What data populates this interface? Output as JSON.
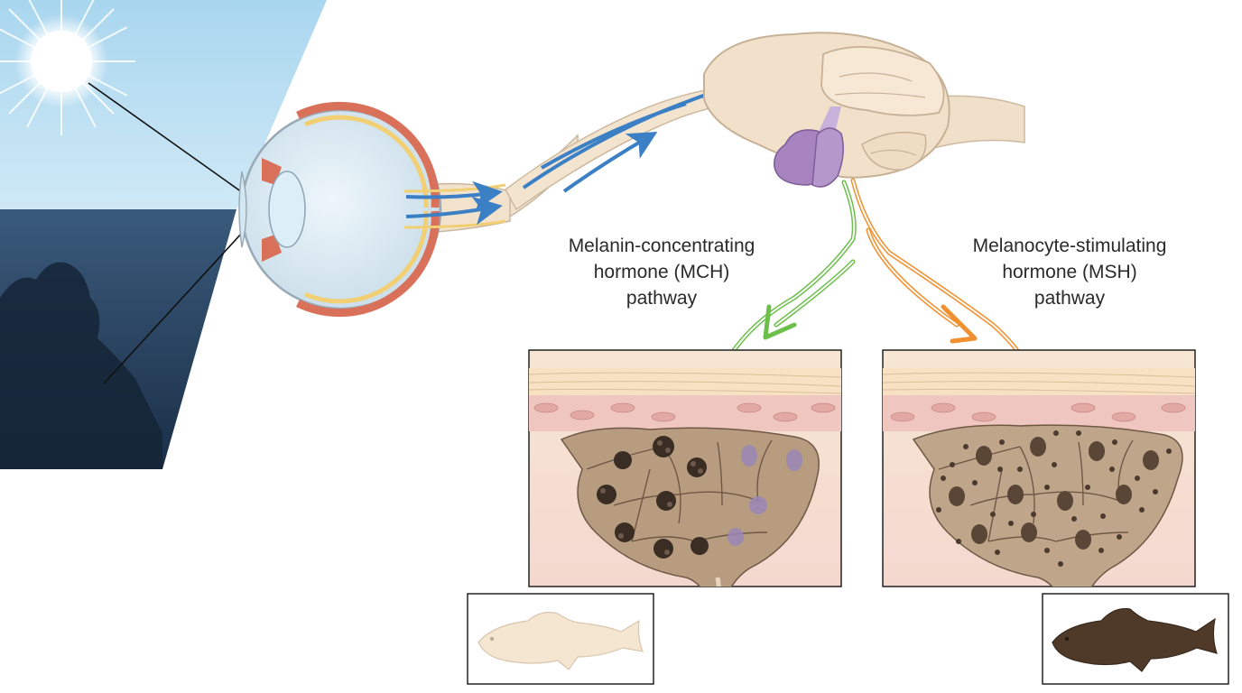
{
  "labels": {
    "mch": [
      "Melanin-concentrating",
      "hormone (MCH)",
      "pathway"
    ],
    "msh": [
      "Melanocyte-stimulating",
      "hormone (MSH)",
      "pathway"
    ]
  },
  "icons": [
    "sun-icon",
    "eye-icon",
    "brain-icon",
    "pituitary-gland-icon",
    "light-fish-icon",
    "dark-fish-icon"
  ],
  "colors": {
    "sky": "#b9dff2",
    "dark_background": "#1f3550",
    "nerve_arrow": "#3b7fc4",
    "mch_pathway": "#6cbf4a",
    "msh_pathway": "#f0902e",
    "pituitary": "#a783bf",
    "cell": "#b79a7e",
    "light_fish": "#f5e6d2",
    "dark_fish": "#4f3a2a"
  }
}
